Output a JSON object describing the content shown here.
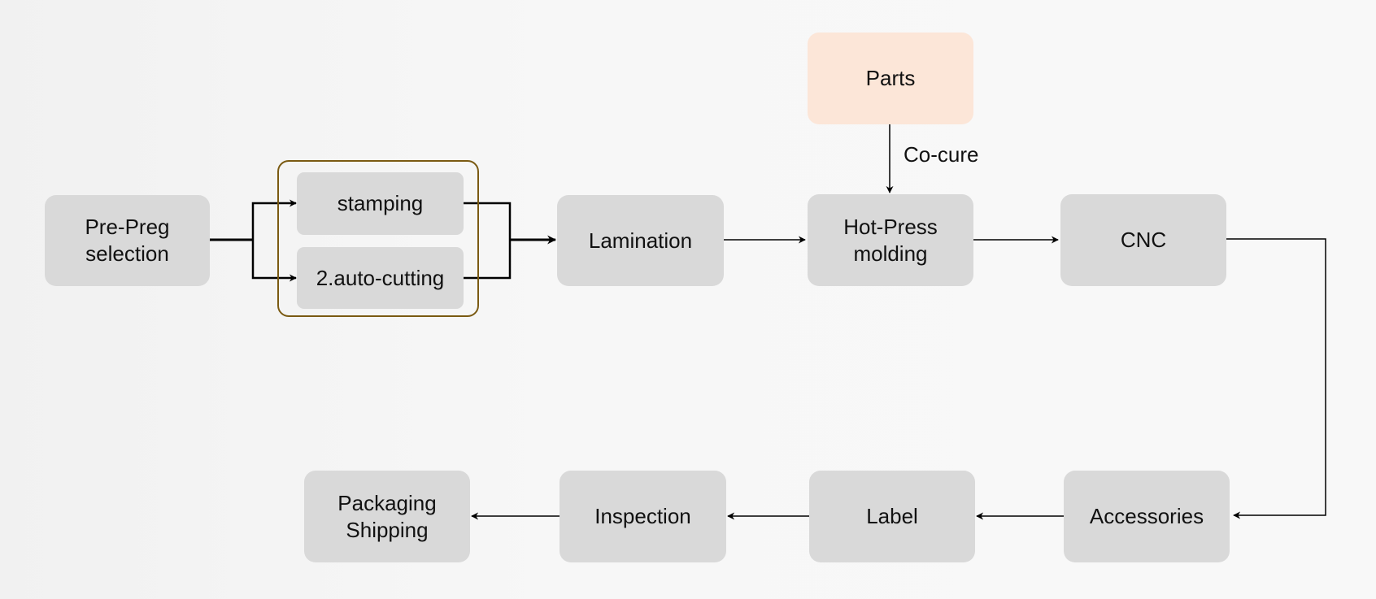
{
  "nodes": {
    "prepreg": "Pre-Preg\nselection",
    "stamping": "stamping",
    "autocutting": "2.auto-cutting",
    "lamination": "Lamination",
    "parts": "Parts",
    "hotpress": "Hot-Press\nmolding",
    "cnc": "CNC",
    "accessories": "Accessories",
    "label": "Label",
    "inspection": "Inspection",
    "packaging": "Packaging\nShipping"
  },
  "edge_labels": {
    "cocure": "Co-cure"
  },
  "colors": {
    "node_fill": "#d9d9d9",
    "parts_fill": "#fce6d8",
    "group_border": "#7a5a12",
    "line": "#000000"
  }
}
